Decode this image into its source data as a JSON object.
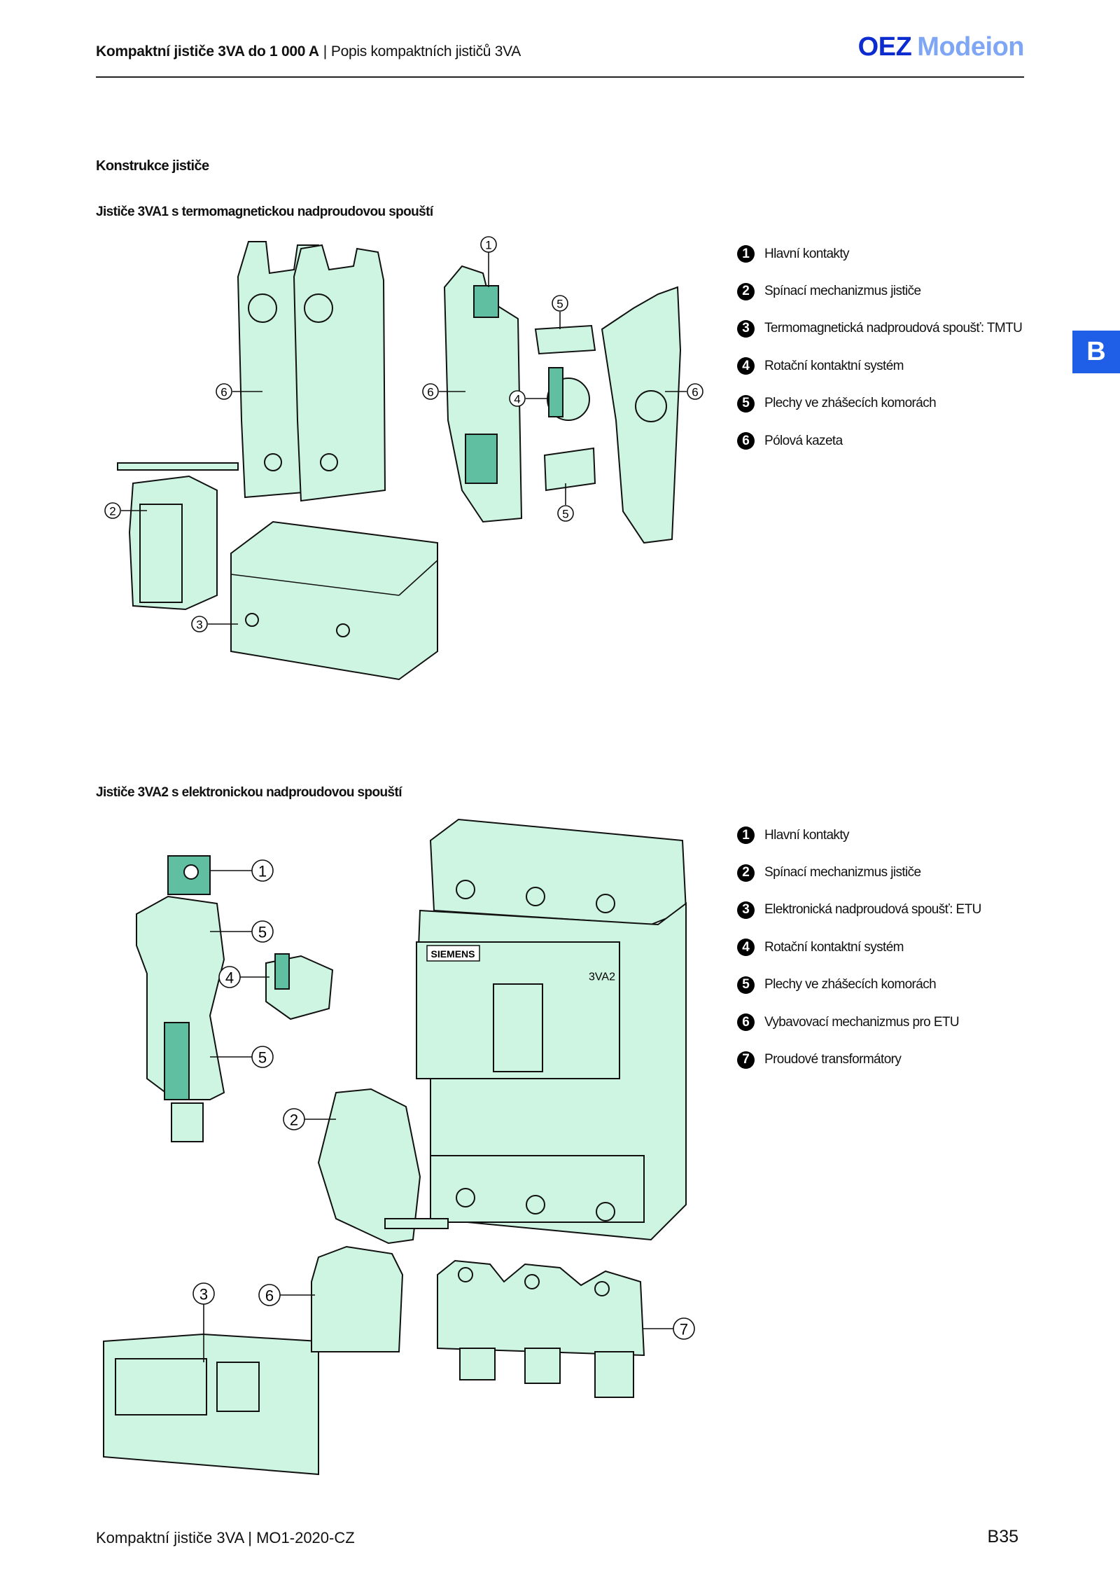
{
  "header": {
    "title_bold": "Kompaktní jističe 3VA do 1 000 A",
    "separator": "|",
    "subtitle": "Popis kompaktních jističů 3VA"
  },
  "logo": {
    "brand": "OEZ",
    "product": "Modeion"
  },
  "section_tab": "B",
  "heading": "Konstrukce jističe",
  "sections": [
    {
      "title": "Jističe 3VA1 s termomagnetickou nadproudovou spouští",
      "legend": [
        {
          "n": "1",
          "text": "Hlavní kontakty"
        },
        {
          "n": "2",
          "text": "Spínací mechanizmus jističe"
        },
        {
          "n": "3",
          "text": "Termomagnetická nadproudová spoušť: TMTU"
        },
        {
          "n": "4",
          "text": "Rotační kontaktní systém"
        },
        {
          "n": "5",
          "text": "Plechy ve zhášecích komorách"
        },
        {
          "n": "6",
          "text": "Pólová kazeta"
        }
      ],
      "callouts": [
        "6",
        "1",
        "5",
        "6",
        "4",
        "6",
        "2",
        "3",
        "5"
      ]
    },
    {
      "title": "Jističe 3VA2 s elektronickou nadproudovou spouští",
      "legend": [
        {
          "n": "1",
          "text": "Hlavní kontakty"
        },
        {
          "n": "2",
          "text": "Spínací mechanizmus jističe"
        },
        {
          "n": "3",
          "text": "Elektronická nadproudová spoušť: ETU"
        },
        {
          "n": "4",
          "text": "Rotační kontaktní systém"
        },
        {
          "n": "5",
          "text": "Plechy ve zhášecích komorách"
        },
        {
          "n": "6",
          "text": "Vybavovací mechanizmus pro ETU"
        },
        {
          "n": "7",
          "text": "Proudové transformátory"
        }
      ],
      "callouts": [
        "1",
        "5",
        "4",
        "5",
        "2",
        "3",
        "6",
        "7"
      ],
      "device_brand": "SIEMENS",
      "device_model": "3VA2"
    }
  ],
  "footer": {
    "text": "Kompaktní jističe 3VA | MO1-2020-CZ",
    "page": "B35"
  },
  "colors": {
    "part_fill": "#cdf5e1",
    "accent_part": "#5fbfa0",
    "brand_blue": "#0d2ccf",
    "tab_blue": "#1f5fe8"
  }
}
